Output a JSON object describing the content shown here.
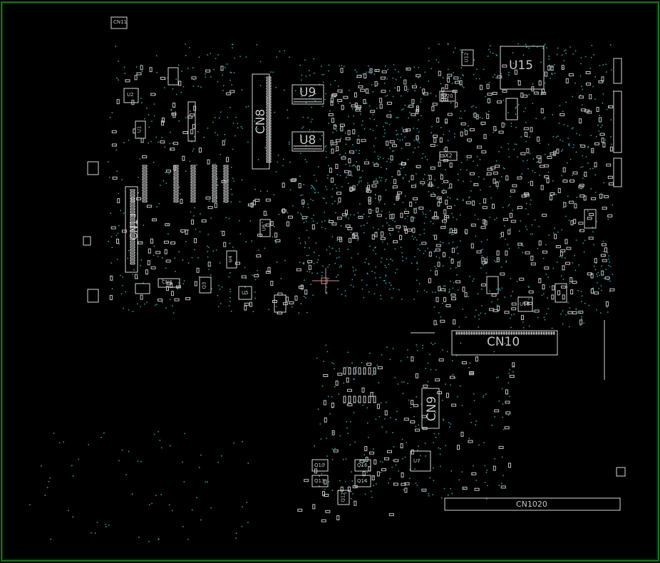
{
  "viewer": {
    "board_outline_color": "#1f6b1f",
    "trace_color": "#bfbfbf",
    "via_color": "#2aa6a6",
    "cursor_color": "#c58a8a",
    "cursor_icon": "crosshair-icon"
  },
  "labels": {
    "u15": "U15",
    "u9": "U9",
    "u8": "U8",
    "cn8": "CN8",
    "cn10": "CN10",
    "cn9": "CN9",
    "cn1": "CN1",
    "cn1020": "CN1020",
    "cn11": "CN11",
    "u2": "U2",
    "u1": "U1",
    "u4": "U4",
    "u6": "U6",
    "u7": "U7",
    "u5": "U5",
    "u10": "U10",
    "u12": "U12",
    "q20": "Q20",
    "x2": "X2",
    "cn4": "CN4",
    "q3": "Q3",
    "q10": "Q10",
    "q16": "Q16",
    "q13": "Q13",
    "q14": "Q14",
    "q12": "Q12"
  }
}
